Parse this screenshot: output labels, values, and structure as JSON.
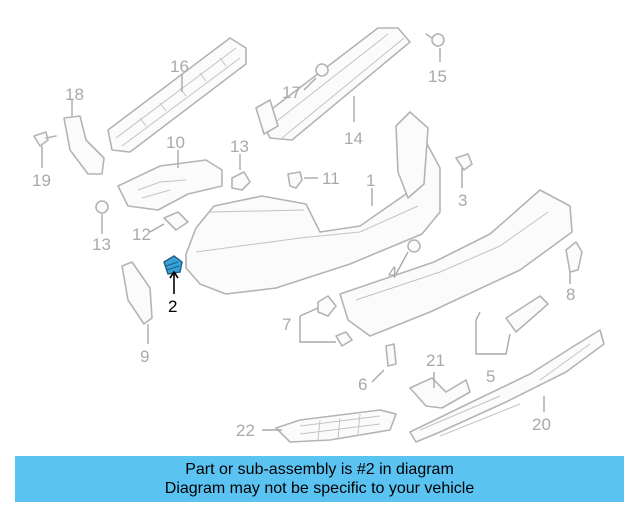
{
  "diagram": {
    "labels": {
      "p1": "1",
      "p2": "2",
      "p3": "3",
      "p4": "4",
      "p5": "5",
      "p6": "6",
      "p7": "7",
      "p8": "8",
      "p9": "9",
      "p10": "10",
      "p11": "11",
      "p12": "12",
      "p13a": "13",
      "p13b": "13",
      "p14": "14",
      "p15": "15",
      "p16": "16",
      "p17": "17",
      "p18": "18",
      "p19": "19",
      "p20": "20",
      "p21": "21",
      "p22": "22"
    },
    "highlighted_part": "2",
    "colors": {
      "part_outline": "#b4b4b4",
      "label": "#a9a9a9",
      "highlight": "#3aa0d8",
      "banner": "#5bc3f2"
    }
  },
  "banner": {
    "line1": "Part or sub-assembly is #2 in diagram",
    "line2": "Diagram may not be specific to your vehicle"
  }
}
